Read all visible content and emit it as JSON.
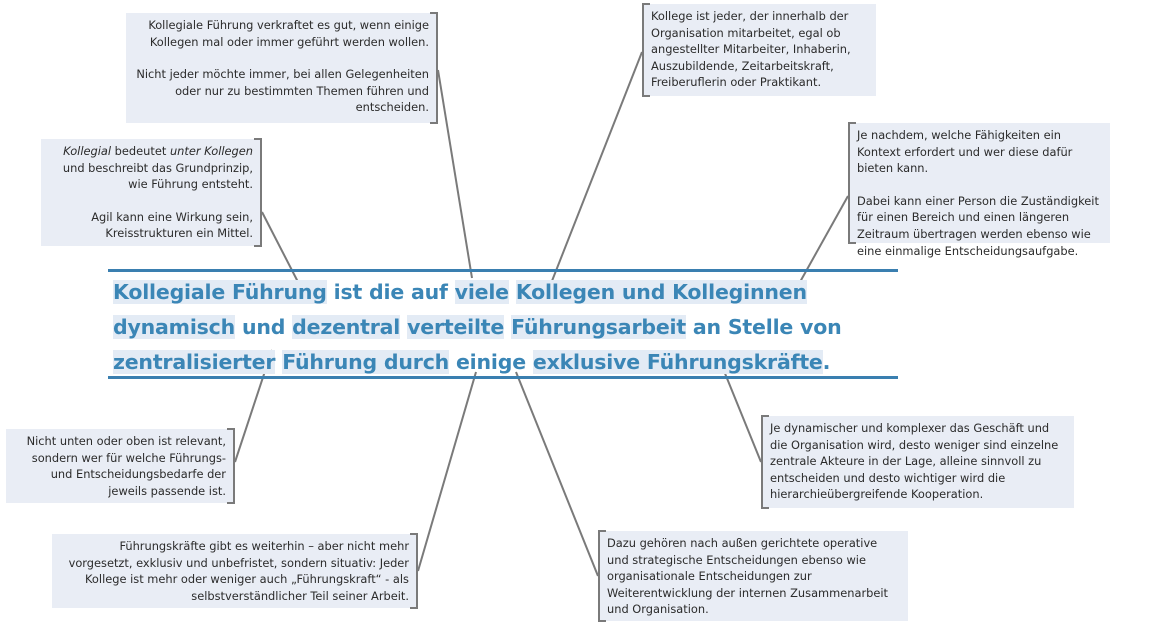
{
  "colors": {
    "accent": "#3b86b6",
    "rule": "#3a7fb0",
    "box_bg": "#e9edf5",
    "highlight_bg": "#e3ebf5",
    "connector": "#7a7a7a"
  },
  "central_statement": {
    "segments": [
      {
        "text": "Kollegiale Führung",
        "hl": true
      },
      {
        "text": " ist die auf ",
        "hl": false
      },
      {
        "text": "viele",
        "hl": true
      },
      {
        "text": " ",
        "hl": false
      },
      {
        "text": "Kollegen und Kolleginnen",
        "hl": true
      },
      {
        "text": " ",
        "hl": false
      },
      {
        "text": "dynamisch",
        "hl": true
      },
      {
        "text": " und ",
        "hl": false
      },
      {
        "text": "dezentral",
        "hl": true
      },
      {
        "text": " ",
        "hl": false
      },
      {
        "text": "verteilte",
        "hl": true
      },
      {
        "text": " ",
        "hl": false
      },
      {
        "text": "Führungsarbeit",
        "hl": true
      },
      {
        "text": " an Stelle von ",
        "hl": false
      },
      {
        "text": "zentralisierter",
        "hl": true
      },
      {
        "text": " ",
        "hl": false
      },
      {
        "text": "Führung durch",
        "hl": true
      },
      {
        "text": " einige ",
        "hl": false
      },
      {
        "text": "exklusive Führungskräfte",
        "hl": true
      },
      {
        "text": ".",
        "hl": false
      }
    ]
  },
  "boxes": {
    "top_center": {
      "p1": "Kollegiale Führung verkraftet es gut, wenn einige Kollegen mal oder immer geführt werden wollen.",
      "p2": "Nicht jeder möchte immer, bei allen Gelegenheiten oder nur zu bestimmten Themen führen und entscheiden."
    },
    "top_right": {
      "p1": "Kollege ist jeder, der innerhalb der Organisation mitarbeitet, egal ob angestellter Mitarbeiter, Inhaberin, Auszubildende, Zeitarbeitskraft, Freiberuflerin oder Praktikant."
    },
    "left_top": {
      "p1_italic_a": "Kollegial",
      "p1_mid": " bedeutet ",
      "p1_italic_b": "unter Kollegen",
      "p1_rest": " und beschreibt das Grundprinzip, wie Führung entsteht.",
      "p2": "Agil kann eine Wirkung sein, Kreisstrukturen ein Mittel."
    },
    "right_top": {
      "p1": "Je nachdem, welche Fähigkeiten ein Kontext erfordert und wer diese dafür bieten kann.",
      "p2": "Dabei kann einer Person die Zuständigkeit für einen Bereich und einen längeren Zeitraum übertragen werden ebenso wie eine einmalige Entscheidungsaufgabe."
    },
    "left_bottom": {
      "p1": "Nicht unten oder oben ist relevant, sondern wer für welche Führungs- und Entscheidungsbedarfe der jeweils passende ist."
    },
    "right_bottom": {
      "p1": "Je dynamischer und komplexer das Geschäft und die Organisation wird, desto weniger sind einzelne zentrale Akteure in der Lage, alleine sinnvoll zu entscheiden und desto wichtiger wird die hierarchieübergreifende Kooperation."
    },
    "bottom_left": {
      "p1": "Führungskräfte gibt es weiterhin – aber nicht mehr vorgesetzt, exklusiv und unbefristet, sondern situativ: Jeder Kollege ist mehr oder weniger auch „Führungskraft“ - als selbstverständlicher Teil seiner Arbeit."
    },
    "bottom_right": {
      "p1": "Dazu gehören nach außen gerichtete operative und strategische Entscheidungen ebenso wie organisationale Entscheidungen zur Weiterentwicklung der internen Zusammenarbeit und Organisation."
    }
  }
}
